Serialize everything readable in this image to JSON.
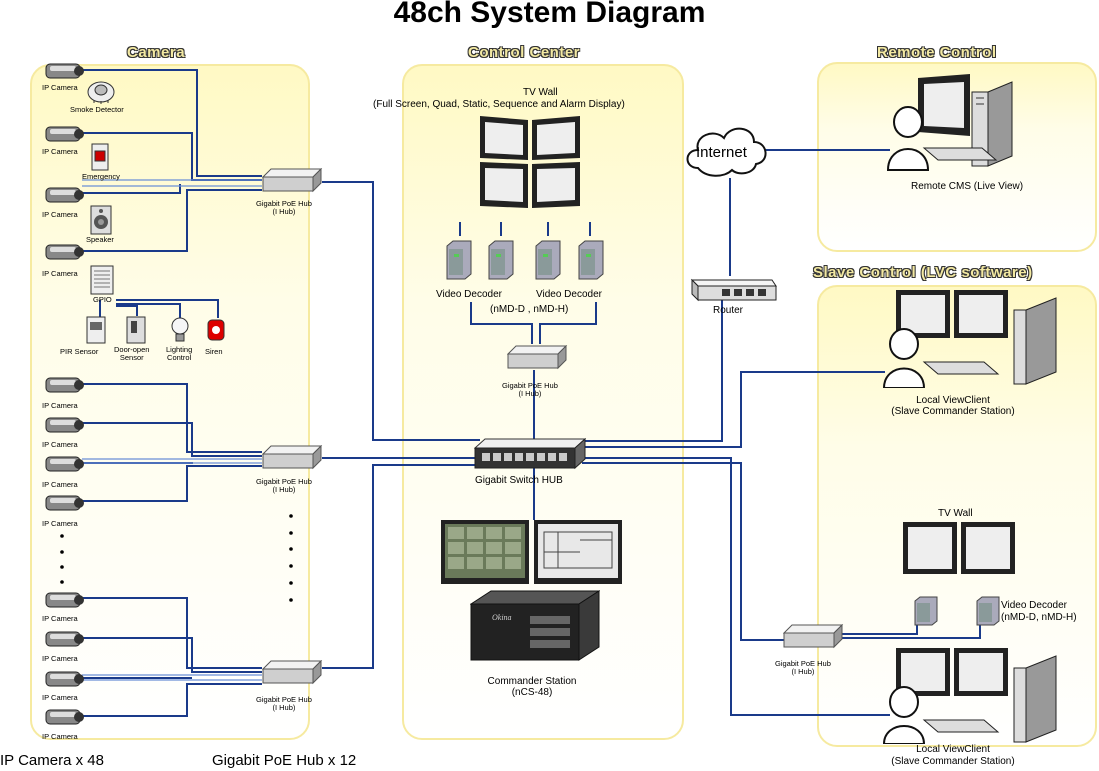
{
  "title": "48ch System Diagram",
  "panels": {
    "camera": "Camera",
    "control": "Control Center",
    "remote": "Remote Control",
    "slave": "Slave Control (LVC software)"
  },
  "camera_label": "IP Camera",
  "smoke_detector": "Smoke Detector",
  "emergency": "Emergency",
  "speaker": "Speaker",
  "gpio": "GPIO",
  "pir_sensor": "PIR Sensor",
  "door_open_sensor": [
    "Door-open",
    "Sensor"
  ],
  "lighting_control": [
    "Lighting",
    "Control"
  ],
  "siren": "Siren",
  "poe_hub": [
    "Gigabit PoE Hub",
    "(I Hub)"
  ],
  "tv_wall_title": "TV Wall",
  "tv_wall_desc": "(Full Screen, Quad, Static, Sequence and Alarm Display)",
  "video_decoder": "Video Decoder",
  "decoder_models": "(nMD-D , nMD-H)",
  "switch_label": "Gigabit Switch HUB",
  "commander": [
    "Commander Station",
    "(nCS-48)"
  ],
  "internet": "Internet",
  "router": "Router",
  "remote_cms": "Remote CMS (Live View)",
  "lvc": [
    "Local ViewClient",
    "(Slave Commander Station)"
  ],
  "slave_tv_wall": "TV Wall",
  "slave_decoder": [
    "Video Decoder",
    "(nMD-D, nMD-H)"
  ],
  "footer": {
    "cameras": "IP Camera x 48",
    "hubs": "Gigabit PoE Hub x 12"
  },
  "icons": {
    "camera": "ip-camera-icon",
    "hub": "poe-hub-icon",
    "switch": "switch-hub-icon",
    "monitor": "monitor-icon",
    "router": "router-icon",
    "cloud": "cloud-icon"
  },
  "colors": {
    "panel": "#fffbd6",
    "wire": "#1a3a8a",
    "wire_light": "#6a8fd6"
  }
}
